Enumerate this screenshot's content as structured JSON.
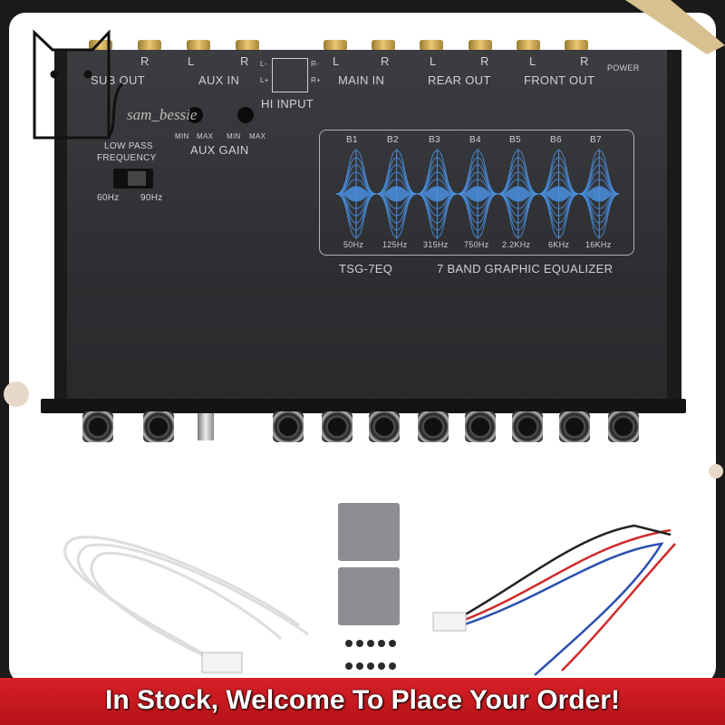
{
  "device": {
    "channel_labels": [
      "R",
      "L",
      "R",
      "L",
      "R",
      "L",
      "R",
      "L",
      "R"
    ],
    "groups": {
      "sub_out": "SUB OUT",
      "aux_in": "AUX IN",
      "main_in": "MAIN IN",
      "rear_out": "REAR OUT",
      "front_out": "FRONT OUT"
    },
    "power": "POWER",
    "hi_input": "HI INPUT",
    "hi_pins": {
      "l_minus": "L-",
      "l_plus": "L+",
      "r_minus": "R-",
      "r_plus": "R+"
    },
    "low_pass": "LOW PASS",
    "frequency": "FREQUENCY",
    "lp_options": [
      "60Hz",
      "90Hz"
    ],
    "aux_gain": "AUX GAIN",
    "min": "MIN",
    "max": "MAX",
    "eq": {
      "bands": [
        "B1",
        "B2",
        "B3",
        "B4",
        "B5",
        "B6",
        "B7"
      ],
      "freqs": [
        "50Hz",
        "125Hz",
        "315Hz",
        "750Hz",
        "2.2KHz",
        "6KHz",
        "16KHz"
      ],
      "model": "TSG-7EQ",
      "title": "7 BAND GRAPHIC EQUALIZER",
      "curve_color": "#4a8fe0"
    }
  },
  "watermark": "sam_bessie",
  "banner": {
    "text": "In Stock, Welcome To Place Your Order!",
    "color": "#d01c24"
  }
}
